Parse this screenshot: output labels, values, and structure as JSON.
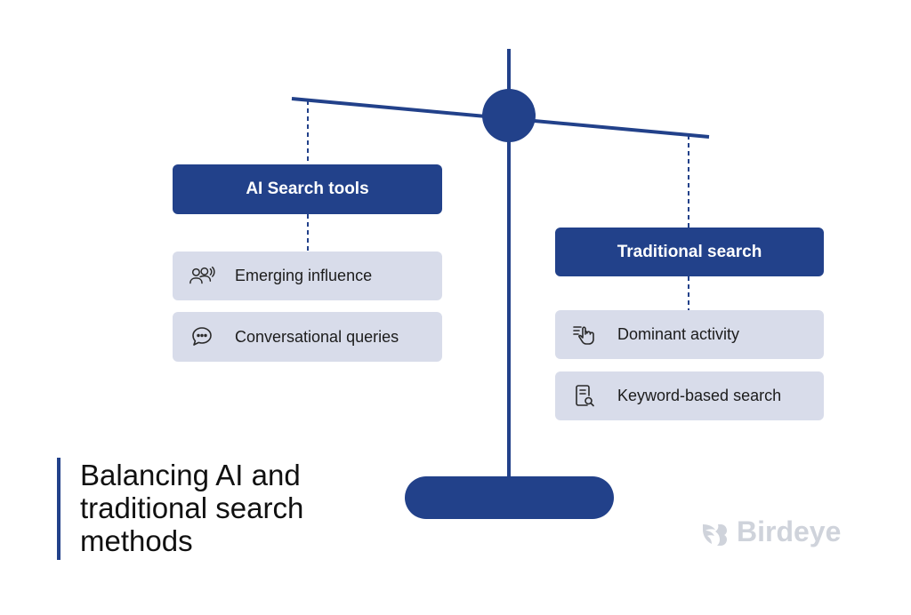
{
  "title": "Balancing AI and traditional search methods",
  "left_panel": {
    "header": "AI Search tools",
    "items": [
      {
        "icon": "people-speaking-icon",
        "label": "Emerging influence"
      },
      {
        "icon": "chat-bubble-icon",
        "label": "Conversational queries"
      }
    ]
  },
  "right_panel": {
    "header": "Traditional search",
    "items": [
      {
        "icon": "pointer-click-icon",
        "label": "Dominant activity"
      },
      {
        "icon": "document-search-icon",
        "label": "Keyword-based search"
      }
    ]
  },
  "brand": {
    "name": "Birdeye",
    "logo_icon": "birdeye-logo-icon"
  },
  "colors": {
    "primary": "#22418a",
    "item_background": "#d8dcea",
    "text": "#1c1c1c",
    "brand_watermark": "#cfd3db"
  }
}
